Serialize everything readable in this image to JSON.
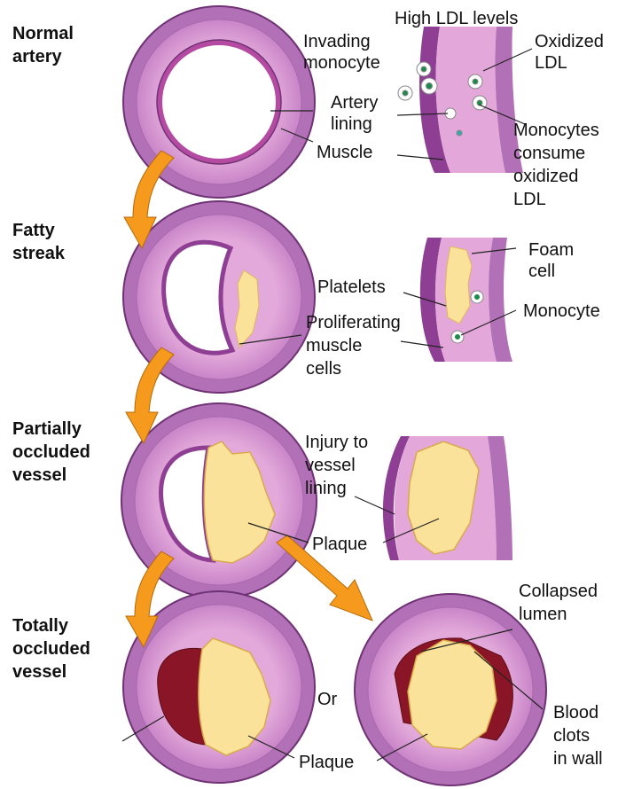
{
  "stages": [
    {
      "title": [
        "Normal",
        "artery"
      ]
    },
    {
      "title": [
        "Fatty",
        "streak"
      ]
    },
    {
      "title": [
        "Partially",
        "occluded",
        "vessel"
      ]
    },
    {
      "title": [
        "Totally",
        "occluded",
        "vessel"
      ]
    }
  ],
  "labels": {
    "high_ldl": [
      "High LDL levels"
    ],
    "invading_monocyte": [
      "Invading",
      "monocyte"
    ],
    "oxidized_ldl": [
      "Oxidized",
      "LDL"
    ],
    "artery_lining": [
      "Artery",
      "lining"
    ],
    "muscle": [
      "Muscle"
    ],
    "monocytes_consume": [
      "Monocytes",
      "consume",
      "oxidized",
      "LDL"
    ],
    "foam_cell": [
      "Foam",
      "cell"
    ],
    "platelets": [
      "Platelets"
    ],
    "monocyte": [
      "Monocyte"
    ],
    "proliferating": [
      "Proliferating",
      "muscle",
      "cells"
    ],
    "injury": [
      "Injury to",
      "vessel",
      "lining"
    ],
    "plaque_mid": [
      "Plaque"
    ],
    "collapsed_lumen": [
      "Collapsed",
      "lumen"
    ],
    "or": [
      "Or"
    ],
    "blood_clots": [
      "Blood",
      "clots",
      "in wall"
    ],
    "plaque_bottom": [
      "Plaque"
    ]
  },
  "colors": {
    "vessel_wall": "#b271b6",
    "vessel_inner": "#e4a7da",
    "lining": "#8e3f93",
    "plaque": "#fae29a",
    "clot": "#8a1526",
    "arrow": "#f59a1c"
  }
}
